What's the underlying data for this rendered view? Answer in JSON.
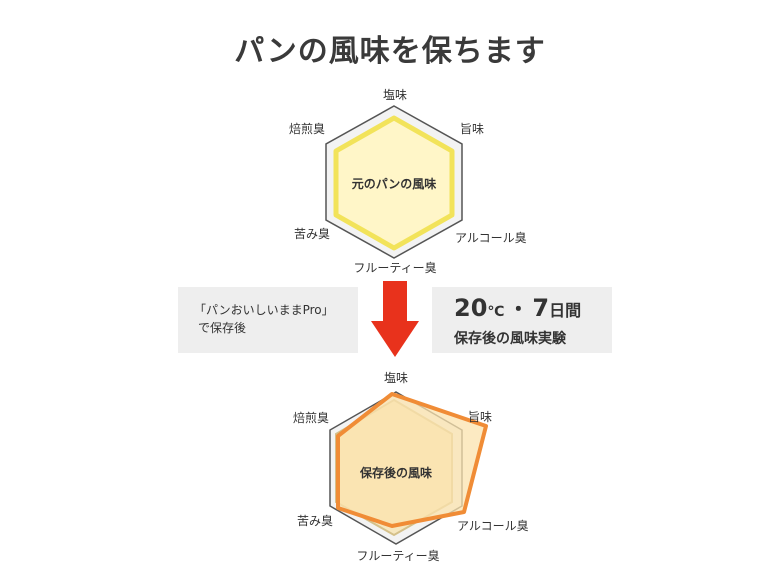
{
  "title": "パンの風味を保ちます",
  "labels": {
    "salt": "塩味",
    "umami": "旨味",
    "alcohol": "アルコール臭",
    "fruity": "フルーティー臭",
    "bitter": "苦み臭",
    "roasted": "焙煎臭"
  },
  "top_chart": {
    "center_label": "元のパンの風味"
  },
  "bottom_chart": {
    "center_label": "保存後の風味"
  },
  "left_box": {
    "line1": "「パンおいしいままPro」",
    "line2": "で保存後"
  },
  "right_box": {
    "big_number1": "20",
    "unit1": "℃",
    "separator": "・",
    "big_number2": "7",
    "unit2": "日間",
    "line2": "保存後の風味実験"
  },
  "colors": {
    "hex_outline": "#555555",
    "top_fill": "#fff6c8",
    "top_stroke": "#f2e35a",
    "bottom_fill": "#fbe3ad",
    "bottom_stroke": "#f08c36",
    "arrow": "#e8321c",
    "box_bg": "#eeeeee"
  }
}
